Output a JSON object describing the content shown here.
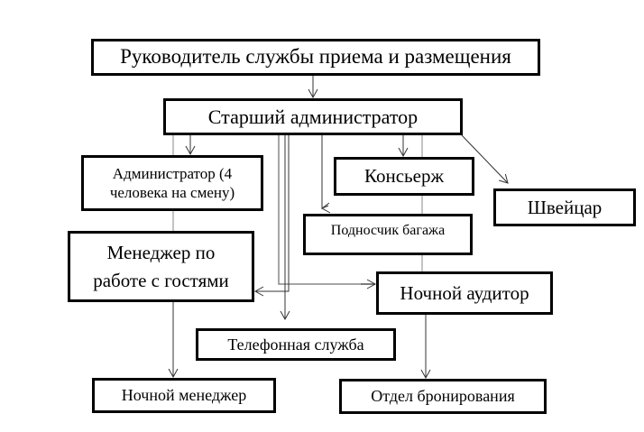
{
  "diagram": {
    "type": "org-chart",
    "colors": {
      "box_border": "#000000",
      "line_dark": "#333333",
      "line_gray": "#888888",
      "background": "#ffffff"
    },
    "nodes": {
      "head": "Руководитель службы приема и размещения",
      "senior_admin": "Старший администратор",
      "administrator_line1": "Администратор (4",
      "administrator_line2": "человека на смену)",
      "concierge": "Консьерж",
      "doorman": "Швейцар",
      "porter": "Подносчик багажа",
      "guest_manager_line1": "Менеджер по",
      "guest_manager_line2": "работе с гостями",
      "night_auditor": "Ночной аудитор",
      "phone_service": "Телефонная служба",
      "night_manager": "Ночной менеджер",
      "reservations": "Отдел бронирования"
    },
    "edges": [
      {
        "from": "head",
        "to": "senior_admin"
      },
      {
        "from": "senior_admin",
        "to": "administrator"
      },
      {
        "from": "senior_admin",
        "to": "concierge"
      },
      {
        "from": "senior_admin",
        "to": "doorman"
      },
      {
        "from": "senior_admin",
        "to": "porter"
      },
      {
        "from": "senior_admin",
        "to": "guest_manager"
      },
      {
        "from": "senior_admin",
        "to": "night_auditor"
      },
      {
        "from": "senior_admin",
        "to": "phone_service"
      },
      {
        "from": "guest_manager",
        "to": "night_manager"
      },
      {
        "from": "night_auditor",
        "to": "reservations"
      }
    ]
  }
}
